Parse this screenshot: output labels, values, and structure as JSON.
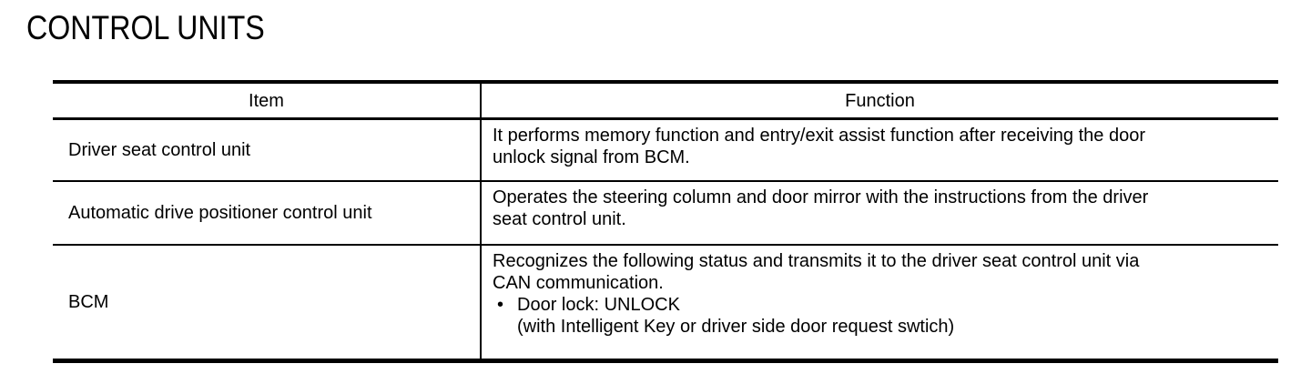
{
  "page_title": "CONTROL UNITS",
  "table": {
    "columns": {
      "item": "Item",
      "function": "Function"
    },
    "rows": [
      {
        "item": "Driver seat control unit",
        "function_lines": [
          "It performs memory function and entry/exit assist function after receiving the door",
          "unlock signal from BCM."
        ]
      },
      {
        "item": "Automatic drive positioner control unit",
        "function_lines": [
          "Operates the steering column and door mirror with the instructions from the driver",
          "seat control unit."
        ]
      },
      {
        "item": "BCM",
        "function_lines": [
          "Recognizes the following status and transmits it to the driver seat control unit via",
          "CAN communication."
        ],
        "bullet": {
          "marker": "•",
          "text": "Door lock: UNLOCK",
          "note": "(with Intelligent Key or driver side door request swtich)"
        }
      }
    ]
  },
  "colors": {
    "text": "#000000",
    "background": "#ffffff",
    "border": "#000000"
  }
}
